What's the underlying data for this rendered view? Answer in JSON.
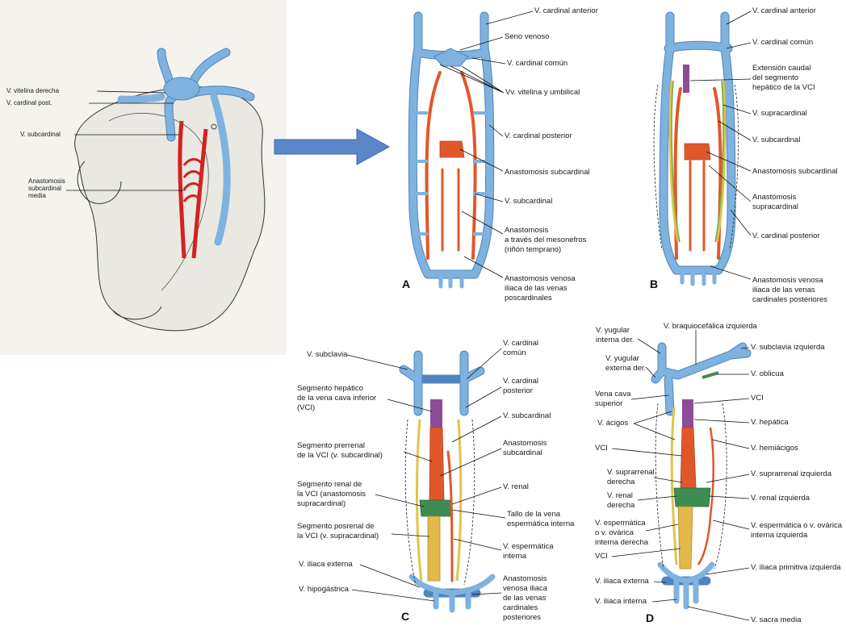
{
  "panel_letters": {
    "a": "A",
    "b": "B",
    "c": "C",
    "d": "D"
  },
  "left_figure": {
    "vitelina_derecha": "V. vitelina derecha",
    "cardinal_post": "V. cardinal post.",
    "subcardinal": "V. subcardinal",
    "anastomosis_l1": "Anastomosis",
    "anastomosis_l2": "subcardinal",
    "anastomosis_l3": "media"
  },
  "panel_a": {
    "cardinal_anterior": "V. cardinal anterior",
    "seno_venoso": "Seno venoso",
    "cardinal_comun": "V. cardinal común",
    "vitelina_umbilical": "Vv. vitelina y umbilical",
    "cardinal_posterior": "V. cardinal posterior",
    "anastomosis_subcardinal": "Anastomosis subcardinal",
    "subcardinal": "V. subcardinal",
    "mesonefros_l1": "Anastomosis",
    "mesonefros_l2": "a través del mesonefros",
    "mesonefros_l3": "(riñón temprano)",
    "iliaca_l1": "Anastomosis venosa",
    "iliaca_l2": "iliaca de las venas",
    "iliaca_l3": "poscardinales"
  },
  "panel_b": {
    "cardinal_anterior": "V. cardinal anterior",
    "cardinal_comun": "V. cardinal común",
    "extension_l1": "Extensión caudal",
    "extension_l2": "del segmento",
    "extension_l3": "hepático de la VCI",
    "supracardinal": "V. supracardinal",
    "subcardinal": "V. subcardinal",
    "anastomosis_subcardinal": "Anastomosis subcardinal",
    "anastomosis_supra_l1": "Anastomosis",
    "anastomosis_supra_l2": "supracardinal",
    "cardinal_posterior": "V. cardinal posterior",
    "iliaca_l1": "Anastomosis venosa",
    "iliaca_l2": "iliaca de las venas",
    "iliaca_l3": "cardinales posteriores"
  },
  "panel_c": {
    "subclavia": "V. subclavia",
    "cardinal_comun_l1": "V. cardinal",
    "cardinal_comun_l2": "común",
    "cardinal_posterior_l1": "V. cardinal",
    "cardinal_posterior_l2": "posterior",
    "subcardinal": "V. subcardinal",
    "hepatico_l1": "Segmento hepático",
    "hepatico_l2": "de la vena cava inferior",
    "hepatico_l3": "(VCI)",
    "prerrenal_l1": "Segmento prerrenal",
    "prerrenal_l2": "de la VCI (v. subcardinal)",
    "anastomosis_sub_l1": "Anastomosis",
    "anastomosis_sub_l2": "subcardinal",
    "renal": "V. renal",
    "renal_seg_l1": "Segmento renal de",
    "renal_seg_l2": "la VCI (anastomosis",
    "renal_seg_l3": "supracardinal)",
    "tallo_l1": "Tallo de la vena",
    "tallo_l2": "espermática interna",
    "posrenal_l1": "Segmento posrenal de",
    "posrenal_l2": "la VCI (v. supracardinal)",
    "espermatica_l1": "V. espermática",
    "espermatica_l2": "interna",
    "iliaca_externa": "V. iliaca externa",
    "hipogastrica": "V. hipogástrica",
    "iliaca_l1": "Anastomosis",
    "iliaca_l2": "venosa iliaca",
    "iliaca_l3": "de las venas",
    "iliaca_l4": "cardinales",
    "iliaca_l5": "posteriores"
  },
  "panel_d": {
    "braquiocefalica": "V. braquiocefálica izquierda",
    "yugular_interna_l1": "V. yugular",
    "yugular_interna_l2": "interna der.",
    "yugular_externa_l1": "V. yugular",
    "yugular_externa_l2": "externa der.",
    "subclavia_izq": "V. subclavia izquierda",
    "oblicua": "V. oblicua",
    "cava_sup_l1": "Vena cava",
    "cava_sup_l2": "superior",
    "vci_top": "VCI",
    "acigos": "V. ácigos",
    "hepatica": "V. hepática",
    "vci_mid": "VCI",
    "hemiacigos": "V. hemiácigos",
    "suprarrenal_der_l1": "V. suprarrenal",
    "suprarrenal_der_l2": "derecha",
    "suprarrenal_izq": "V. suprarrenal izquierda",
    "renal_der_l1": "V. renal",
    "renal_der_l2": "derecha",
    "renal_izq": "V. renal izquierda",
    "esp_der_l1": "V. espermática",
    "esp_der_l2": "o v. ovárica",
    "esp_der_l3": "interna derecha",
    "esp_izq_l1": "V. espermática o v. ovárica",
    "esp_izq_l2": "interna izquierda",
    "vci_low": "VCI",
    "iliaca_primitiva": "V. iliaca primitiva izquierda",
    "iliaca_externa": "V. iliaca externa",
    "iliaca_interna": "V. iliaca interna",
    "sacra_media": "V. sacra media"
  }
}
